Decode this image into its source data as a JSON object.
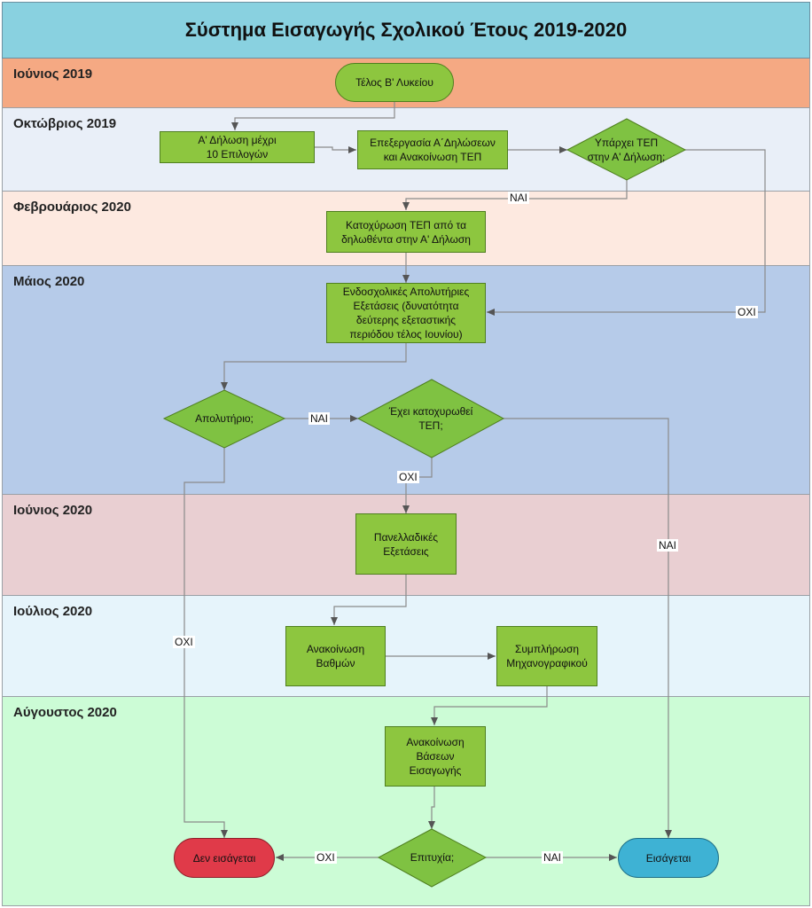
{
  "title": "Σύστημα Εισαγωγής Σχολικού Έτους 2019-2020",
  "lanes": [
    {
      "label": "Ιούνιος 2019",
      "color": "#f5a983"
    },
    {
      "label": "Οκτώβριος 2019",
      "color": "#e9eff8"
    },
    {
      "label": "Φεβρουάριος 2020",
      "color": "#fde9e0"
    },
    {
      "label": "Μάιος 2020",
      "color": "#b6cbe9"
    },
    {
      "label": "Ιούνιος 2020",
      "color": "#e9cfd2"
    },
    {
      "label": "Ιούλιος 2020",
      "color": "#e6f4fb"
    },
    {
      "label": "Αύγουστος 2020",
      "color": "#ccfcd6"
    }
  ],
  "nodes": {
    "start": "Τέλος Β' Λυκείου",
    "declaration_a": "Α' Δήλωση μέχρι\n10 Επιλογών",
    "process_a": "Επεξεργασία Α΄Δηλώσεων\nκαι Ανακοίνωση ΤΕΠ",
    "decision_tep": "Υπάρχει ΤΕΠ\nστην Α' Δήλωση;",
    "lock_tep": "Κατοχύρωση ΤΕΠ από τα\nδηλωθέντα στην Α' Δήλωση",
    "school_exams": "Ενδοσχολικές Απολυτήριες\nΕξετάσεις (δυνατότητα\nδεύτερης εξεταστικής\nπεριόδου τέλος Ιουνίου)",
    "decision_diploma": "Απολυτήριο;",
    "decision_locked": "Έχει κατοχυρωθεί\nΤΕΠ;",
    "panhellenic": "Πανελλαδικές\nΕξετάσεις",
    "grades": "Ανακοίνωση\nΒαθμών",
    "form_fill": "Συμπλήρωση\nΜηχανογραφικού",
    "bases": "Ανακοίνωση\nΒάσεων\nΕισαγωγής",
    "decision_success": "Επιτυχία;",
    "not_admitted": "Δεν εισάγεται",
    "admitted": "Εισάγεται"
  },
  "edge_labels": {
    "tep_yes": "ΝΑΙ",
    "tep_no": "ΟΧΙ",
    "diploma_yes": "ΝΑΙ",
    "diploma_no": "ΟΧΙ",
    "locked_no": "ΟΧΙ",
    "locked_yes": "ΝΑΙ",
    "success_no": "ΟΧΙ",
    "success_yes": "ΝΑΙ"
  },
  "colors": {
    "node_green": "#8dc63f",
    "decision_green": "#7fc242",
    "not_admitted_red": "#e03a49",
    "admitted_blue": "#3eb2d4",
    "title_bar": "#89d1e0",
    "connector": "#808080"
  }
}
